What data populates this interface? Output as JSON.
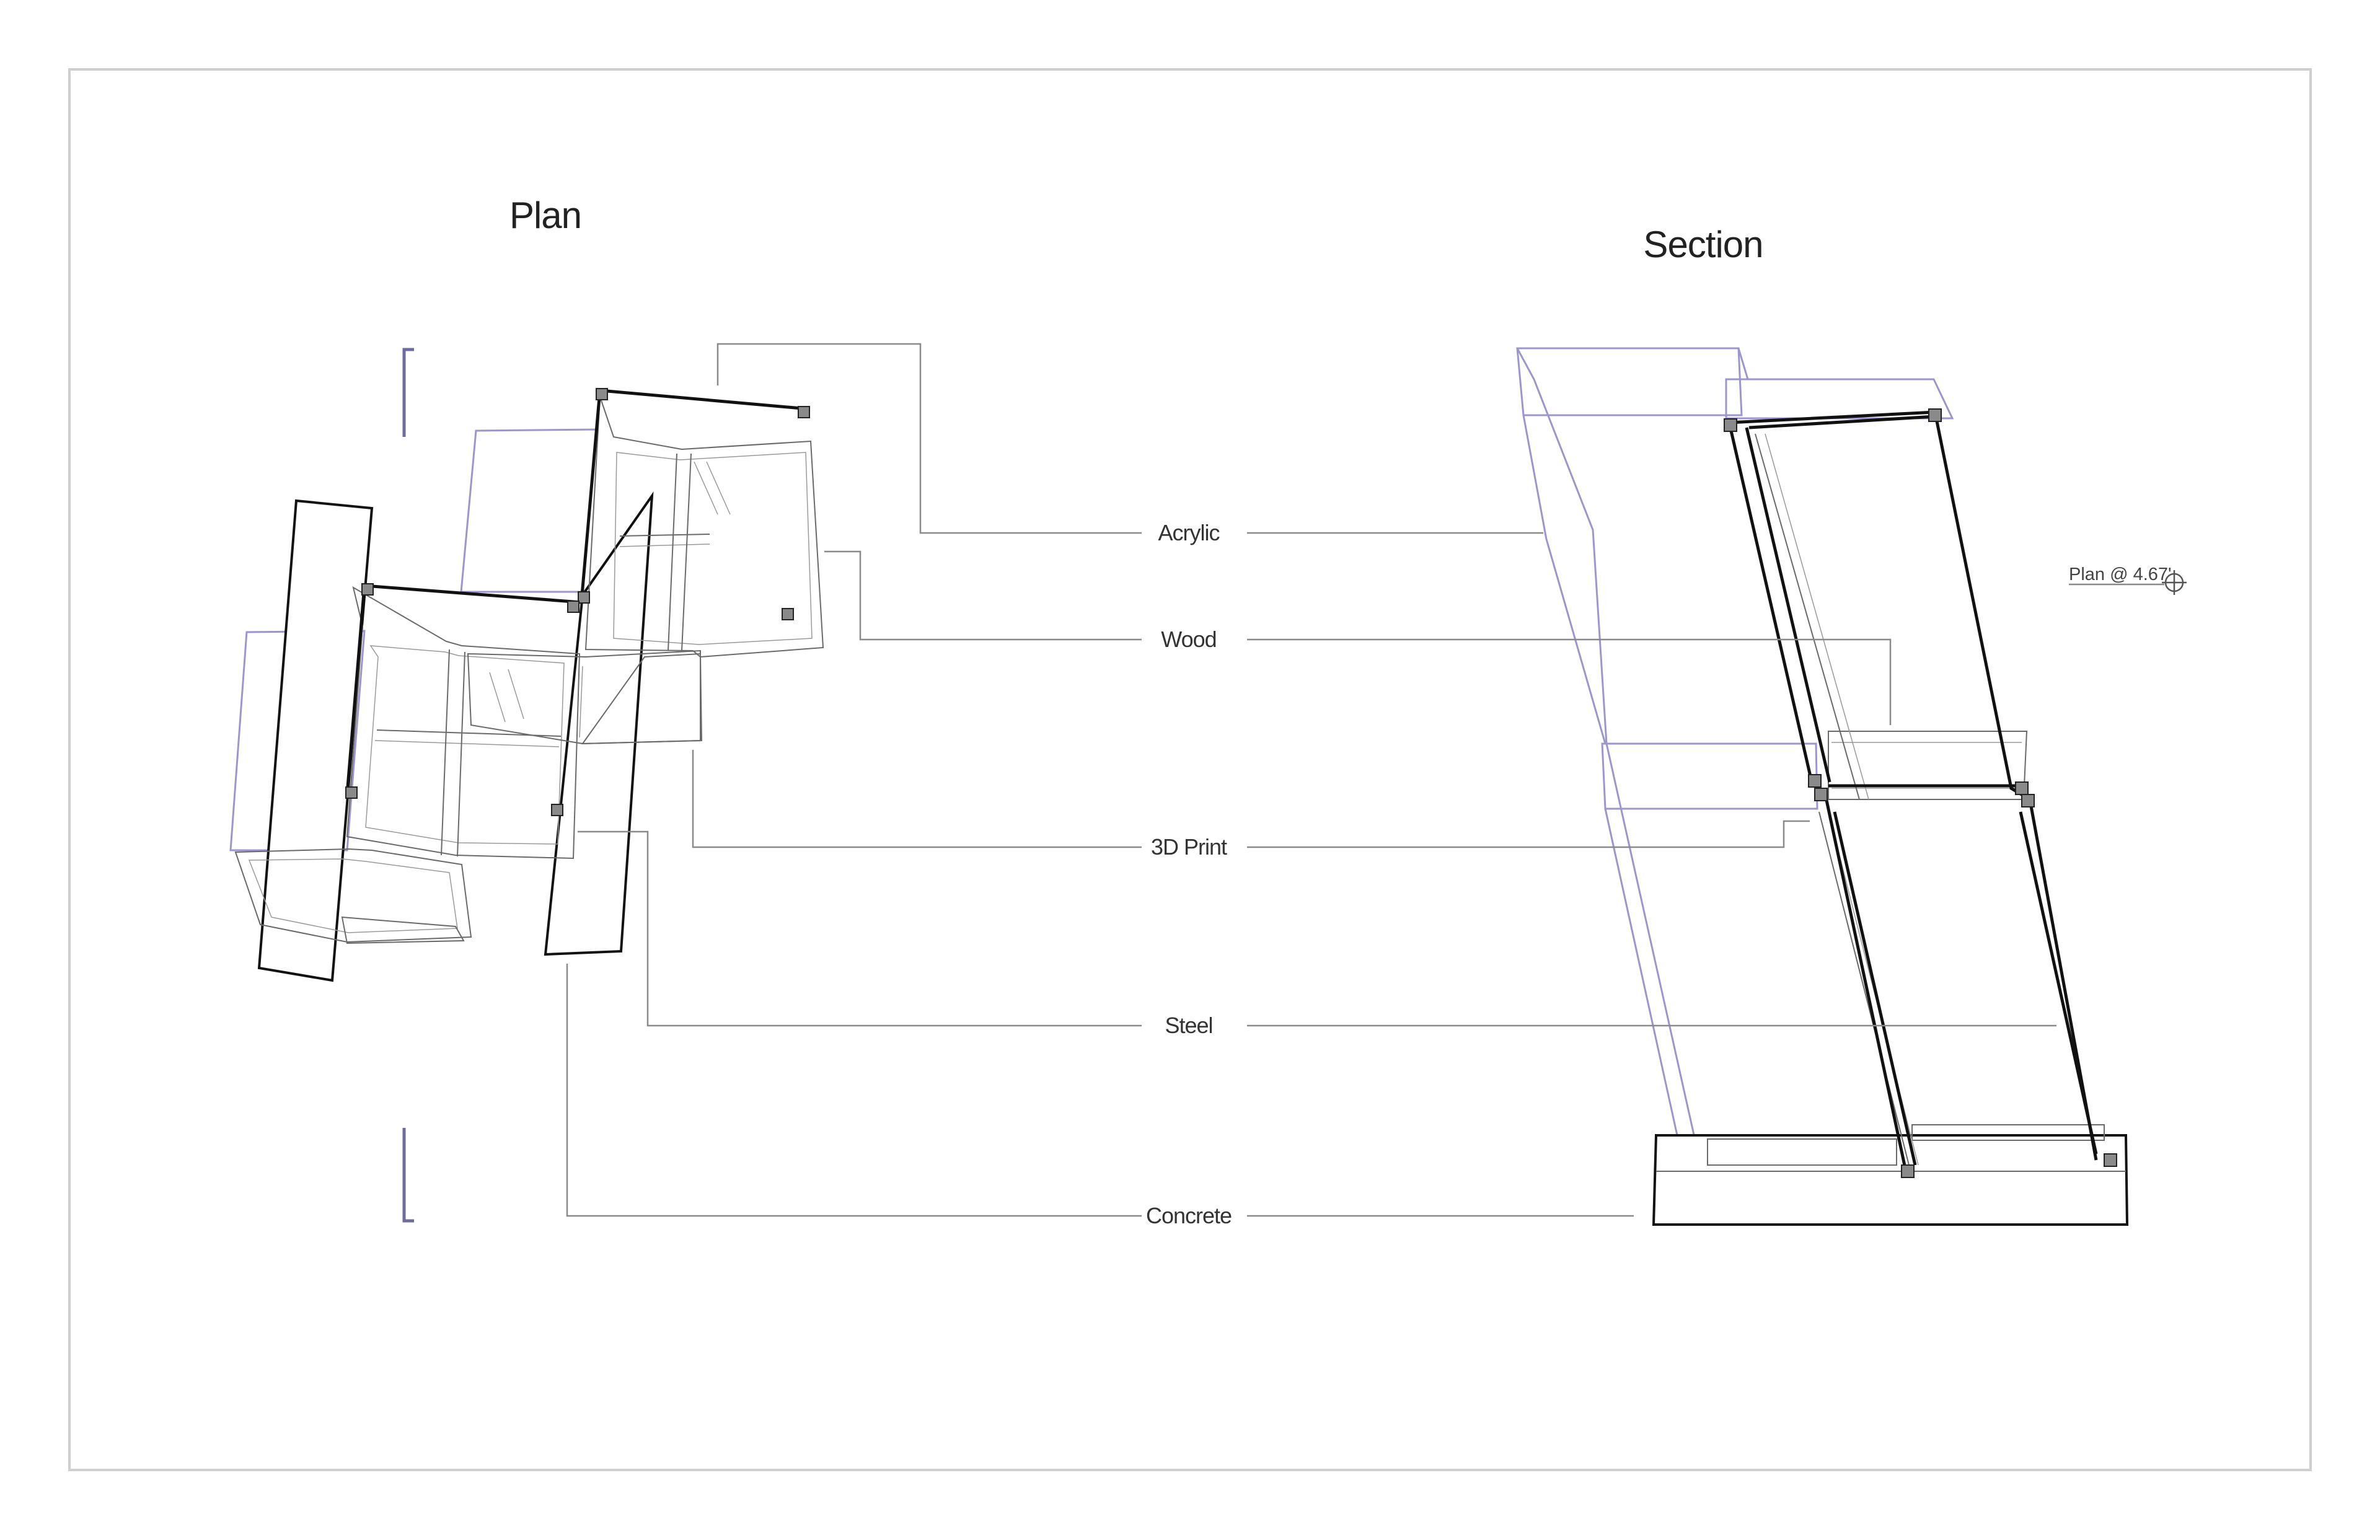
{
  "titles": {
    "plan": "Plan",
    "section": "Section"
  },
  "materials": [
    {
      "key": "acrylic",
      "label": "Acrylic"
    },
    {
      "key": "wood",
      "label": "Wood"
    },
    {
      "key": "print3d",
      "label": "3D Print"
    },
    {
      "key": "steel",
      "label": "Steel"
    },
    {
      "key": "concrete",
      "label": "Concrete"
    }
  ],
  "section_marker": {
    "label": "Plan @ 4.67'",
    "icon": "crosshair-circle-icon"
  },
  "colors": {
    "acrylic": "#9b97cc",
    "steel": "#111111",
    "wood": "#6a6a6a",
    "leader": "#8a8a8a",
    "frame": "#cfcfcf",
    "node": "#8a8a8a"
  }
}
